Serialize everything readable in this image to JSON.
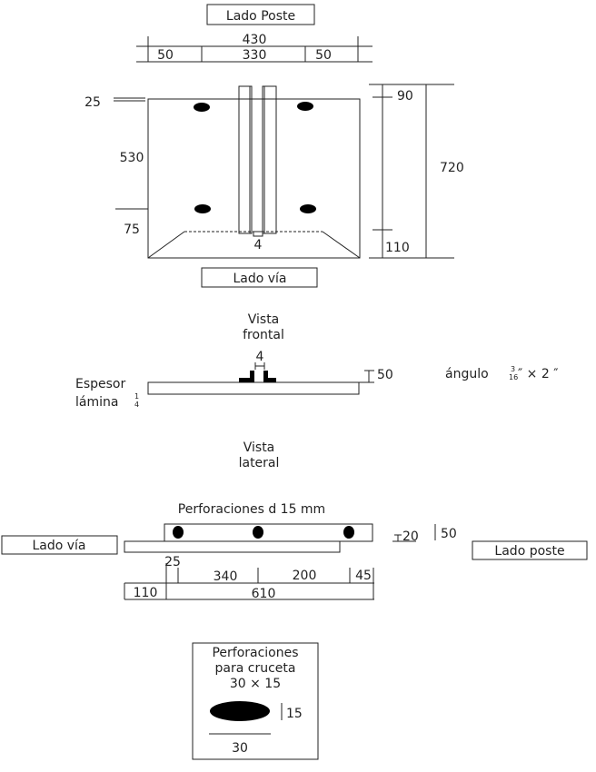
{
  "top_view": {
    "label_top": "Lado Poste",
    "label_bottom": "Lado vía",
    "dims": {
      "total_width": "430",
      "left": "50",
      "middle": "330",
      "right": "50",
      "top_offset": "25",
      "hole_spacing": "530",
      "bottom_offset": "75",
      "gap": "4",
      "top_right": "90",
      "total_height": "720",
      "bottom_right": "110"
    }
  },
  "front_view": {
    "title_line1": "Vista",
    "title_line2": "frontal",
    "gap": "4",
    "height": "50",
    "thickness_line1": "Espesor",
    "thickness_line2": "lámina",
    "thickness_frac_num": "1",
    "thickness_frac_den": "4",
    "angle_label": "ángulo",
    "angle_frac_num": "3",
    "angle_frac_den": "16",
    "angle_suffix": "″ × 2 ″"
  },
  "side_view": {
    "title_line1": "Vista",
    "title_line2": "lateral",
    "holes_label": "Perforaciones d 15 mm",
    "label_left": "Lado vía",
    "label_right": "Lado poste",
    "dims": {
      "small_h": "20",
      "total_h": "50",
      "d25": "25",
      "d340": "340",
      "d200": "200",
      "d45": "45",
      "d110": "110",
      "d610": "610"
    }
  },
  "detail": {
    "line1": "Perforaciones",
    "line2": "para cruceta",
    "line3": "30 × 15",
    "height": "15",
    "width": "30"
  }
}
